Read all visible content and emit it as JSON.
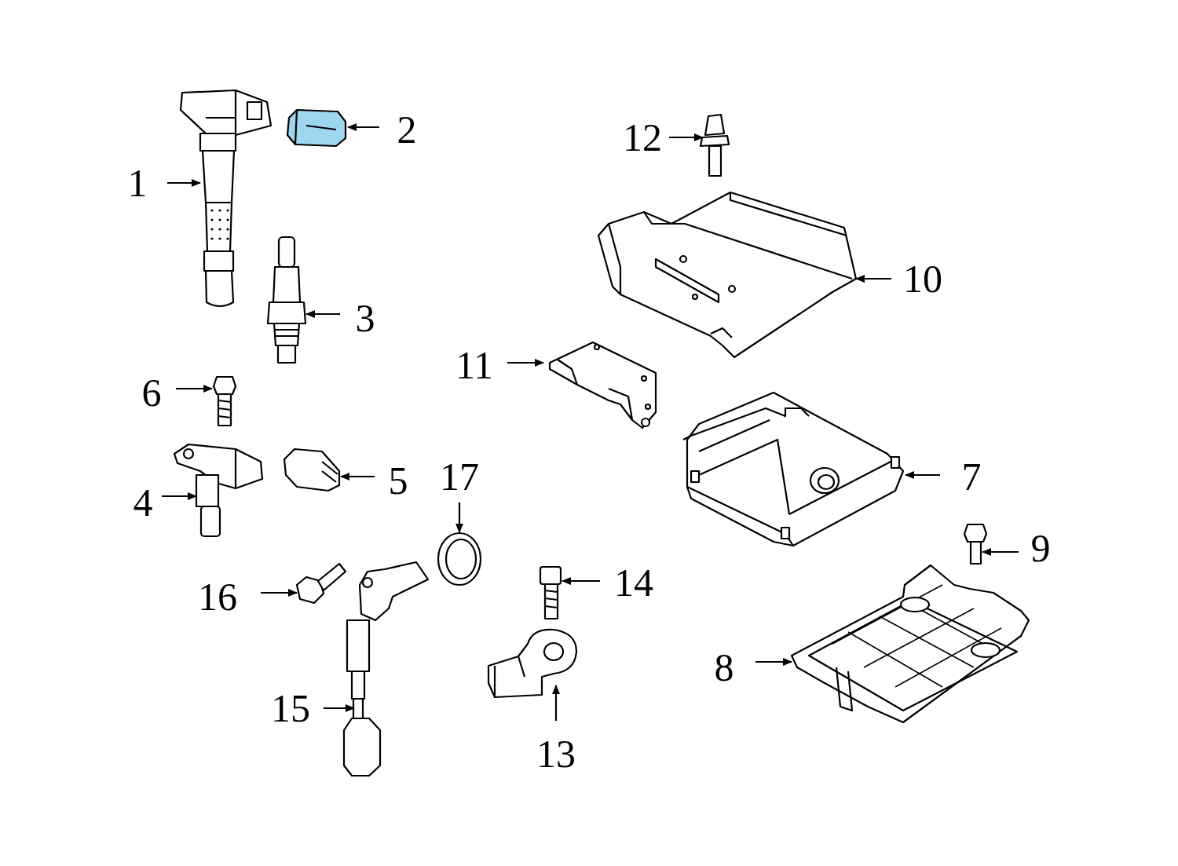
{
  "diagram": {
    "labels": [
      "2",
      "12",
      "1",
      "10",
      "3",
      "11",
      "6",
      "7",
      "4",
      "5",
      "17",
      "9",
      "16",
      "14",
      "8",
      "15",
      "13"
    ]
  }
}
